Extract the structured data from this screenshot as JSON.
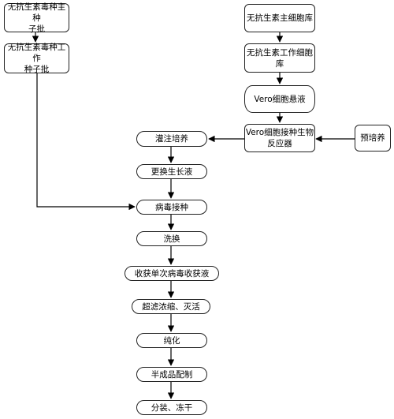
{
  "nodes": {
    "seed_master": "无抗生素毒种主种\n子批",
    "seed_working": "无抗生素毒种工作\n种子批",
    "cell_master": "无抗生素主细胞库",
    "cell_working": "无抗生素工作细胞\n库",
    "vero_suspension": "Vero细胞悬液",
    "vero_inoculation": "Vero细胞接种生物\n反应器",
    "preculture": "预培养",
    "perfusion_culture": "灌注培养",
    "medium_change": "更换生长液",
    "virus_inoculation": "病毒接种",
    "wash": "洗换",
    "harvest": "收获单次病毒收获液",
    "ultrafiltration": "超滤浓缩、灭活",
    "purification": "纯化",
    "semi_product": "半成品配制",
    "packaging": "分装、冻干"
  }
}
